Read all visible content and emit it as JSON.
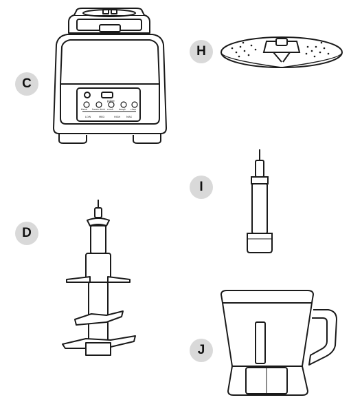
{
  "parts": [
    {
      "id": "part-c",
      "letter": "C"
    },
    {
      "id": "part-d",
      "letter": "D"
    },
    {
      "id": "part-h",
      "letter": "H"
    },
    {
      "id": "part-i",
      "letter": "I"
    },
    {
      "id": "part-j",
      "letter": "J"
    }
  ],
  "control_panel": {
    "top_label": "pulse",
    "programs": [
      "blend",
      "frozen drink",
      "crush",
      "dough",
      "chop"
    ],
    "speeds": [
      "LOW",
      "MED",
      "HIGH",
      "MAX"
    ]
  },
  "colors": {
    "badge_bg": "#d9d9d9",
    "line": "#1a1a1a",
    "shade": "#e6e6e6"
  }
}
